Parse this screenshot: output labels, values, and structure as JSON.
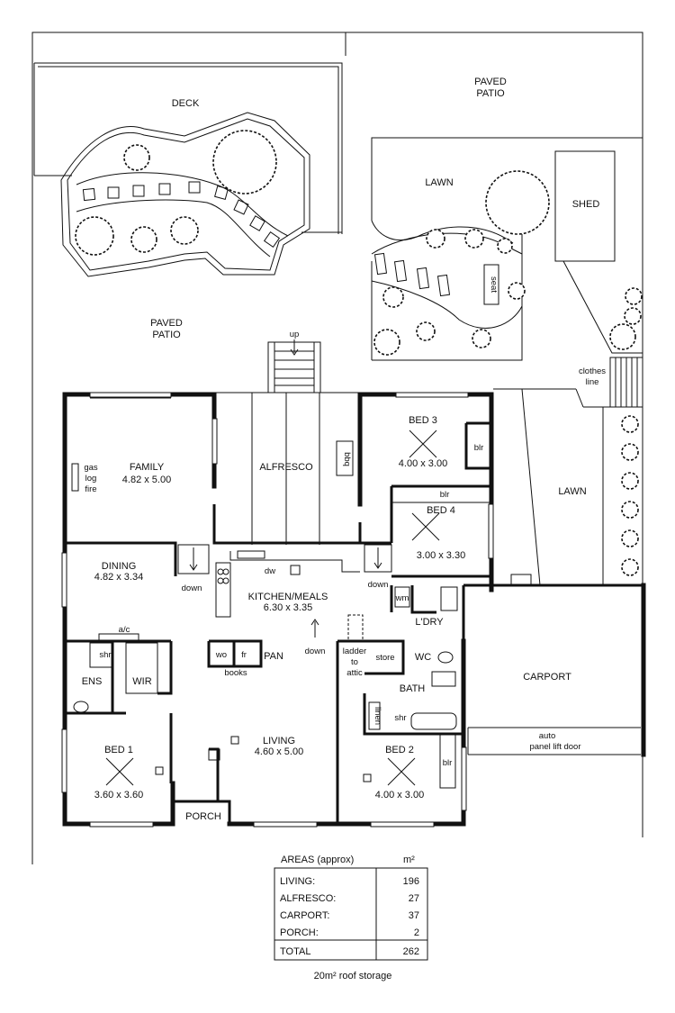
{
  "outdoor": {
    "deck": "DECK",
    "paved_patio_top": [
      "PAVED",
      "PATIO"
    ],
    "paved_patio_left": [
      "PAVED",
      "PATIO"
    ],
    "lawn_top": "LAWN",
    "lawn_side": "LAWN",
    "shed": "SHED",
    "seat": "seat",
    "clothes_line": [
      "clothes",
      "line"
    ],
    "up": "up"
  },
  "rooms": {
    "family": {
      "name": "FAMILY",
      "dims": "4.82 x 5.00"
    },
    "gas_fire": [
      "gas",
      "log",
      "fire"
    ],
    "alfresco": "ALFRESCO",
    "bbq": "bbq",
    "bed3": {
      "name": "BED 3",
      "dims": "4.00 x 3.00"
    },
    "bed3_blr": "blr",
    "bed4": {
      "name": "BED 4",
      "dims": "3.00 x 3.30"
    },
    "bed4_blr": "blr",
    "dining": {
      "name": "DINING",
      "dims": "4.82 x 3.34"
    },
    "kitchen": {
      "name": "KITCHEN/MEALS",
      "dims": "6.30 x 3.35"
    },
    "dw": "dw",
    "wm": "wm",
    "laundry": "L'DRY",
    "ac": "a/c",
    "shr_ens": "shr",
    "ens": "ENS",
    "wir": "WIR",
    "wo": "wo",
    "fr": "fr",
    "pan": "PAN",
    "books": "books",
    "ladder": [
      "ladder",
      "to",
      "attic"
    ],
    "store": "store",
    "wc": "WC",
    "bath": "BATH",
    "linen": "linen",
    "shr_bath": "shr",
    "carport": "CARPORT",
    "lift_door": [
      "auto",
      "panel lift door"
    ],
    "living": {
      "name": "LIVING",
      "dims": "4.60 x 5.00"
    },
    "bed1": {
      "name": "BED 1",
      "dims": "3.60 x 3.60"
    },
    "bed2": {
      "name": "BED 2",
      "dims": "4.00 x 3.00"
    },
    "bed2_blr": "blr",
    "porch": "PORCH",
    "down_labels": [
      "down",
      "down",
      "down"
    ]
  },
  "areas": {
    "heading": "AREAS (approx)",
    "unit": "m²",
    "rows": [
      {
        "label": "LIVING:",
        "value": "196"
      },
      {
        "label": "ALFRESCO:",
        "value": "27"
      },
      {
        "label": "CARPORT:",
        "value": "37"
      },
      {
        "label": "PORCH:",
        "value": "2"
      }
    ],
    "total": {
      "label": "TOTAL",
      "value": "262"
    },
    "footnote": "20m² roof storage"
  }
}
